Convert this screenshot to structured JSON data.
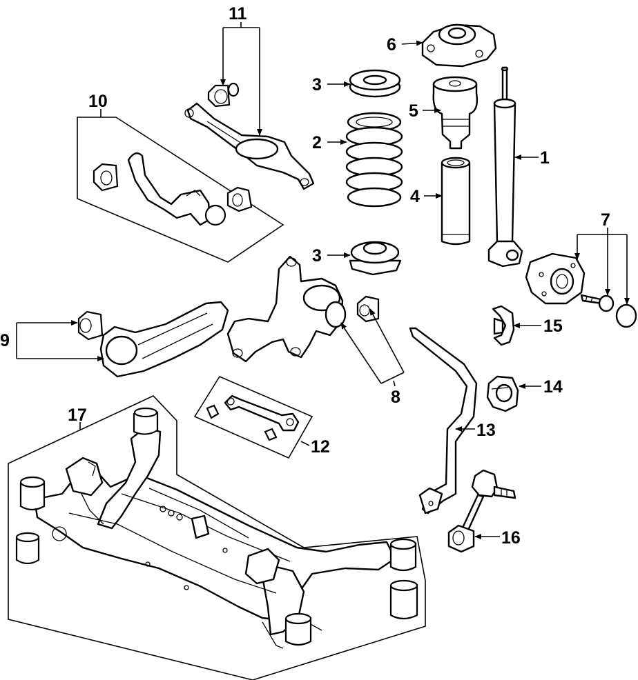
{
  "callouts": {
    "c1": "1",
    "c2": "2",
    "c3a": "3",
    "c3b": "3",
    "c4": "4",
    "c5": "5",
    "c6": "6",
    "c7": "7",
    "c8": "8",
    "c9": "9",
    "c10": "10",
    "c11": "11",
    "c12": "12",
    "c13": "13",
    "c14": "14",
    "c15": "15",
    "c16": "16",
    "c17": "17"
  }
}
